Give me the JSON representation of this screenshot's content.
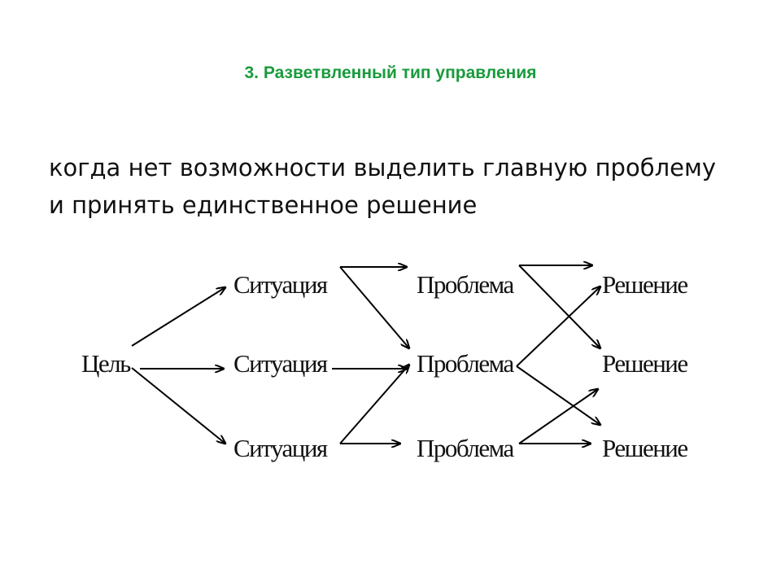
{
  "slide": {
    "title": "3. Разветвленный тип управления",
    "description": "когда нет возможности выделить главную проблему и принять единственное решение"
  },
  "diagram": {
    "goal": "Цель",
    "situations": [
      "Ситуация",
      "Ситуация",
      "Ситуация"
    ],
    "problems": [
      "Проблема",
      "Проблема",
      "Проблема"
    ],
    "solutions": [
      "Решение",
      "Решение",
      "Решение"
    ]
  },
  "colors": {
    "title": "#1a9b3c",
    "text": "#111111"
  }
}
